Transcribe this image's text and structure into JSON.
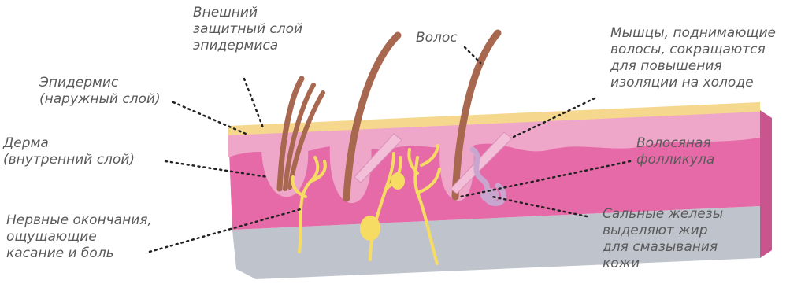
{
  "labels": {
    "outer_layer": "Внешний\nзащитный слой\nэпидермиса",
    "hair": "Волос",
    "muscles": "Мышцы, поднимающие\nволосы, сокращаются\nдля повышения\nизоляции на холоде",
    "epidermis": "Эпидермис\n(наружный слой)",
    "dermis": "Дерма\n(внутренний слой)",
    "follicle": "Волосяная\nфолликула",
    "nerves": "Нервные окончания,\nощущающие\nкасание и боль",
    "glands": "Сальные железы\nвыделяют жир\nдля смазывания\nкожи"
  },
  "colors": {
    "dermis": "#e56aa7",
    "dermis_dark": "#c9558f",
    "upper_dermis": "#efa7c9",
    "epidermis": "#f6d78e",
    "fat": "#bfc4cc",
    "hair": "#a7684f",
    "nerve": "#f6dc63",
    "muscle": "#f3bfd8",
    "gland": "#c9a6cf",
    "label": "#5a5a5a",
    "pointer": "#222222"
  }
}
